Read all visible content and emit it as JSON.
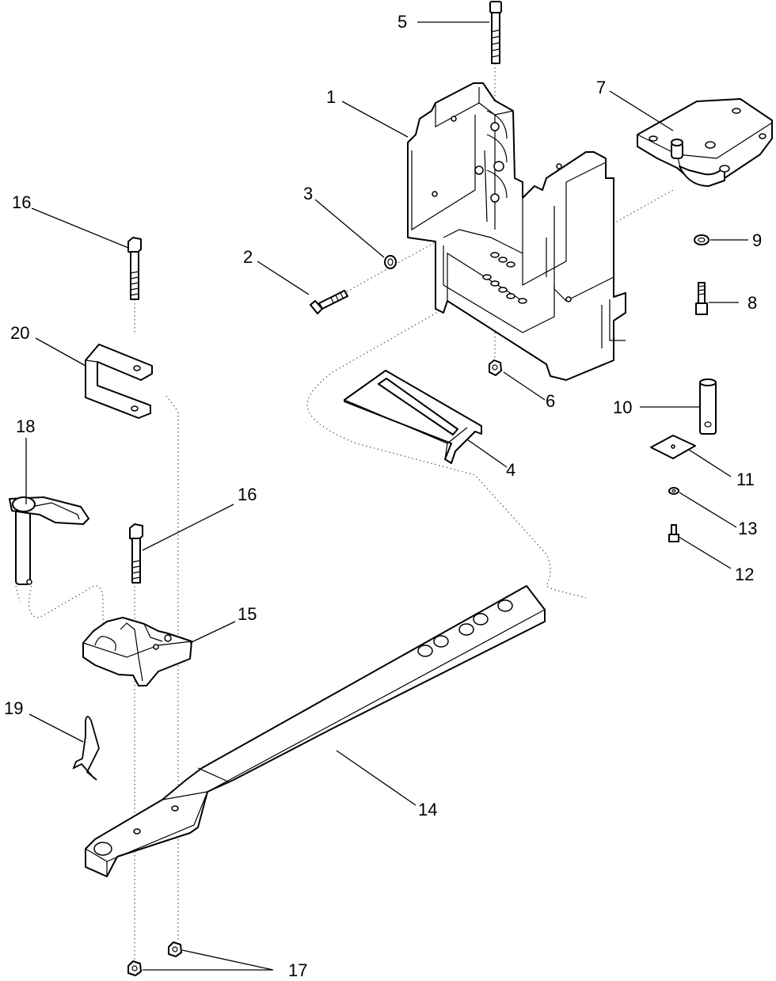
{
  "callouts": [
    {
      "id": "c1",
      "text": "1"
    },
    {
      "id": "c2",
      "text": "2"
    },
    {
      "id": "c3",
      "text": "3"
    },
    {
      "id": "c4",
      "text": "4"
    },
    {
      "id": "c5",
      "text": "5"
    },
    {
      "id": "c6",
      "text": "6"
    },
    {
      "id": "c7",
      "text": "7"
    },
    {
      "id": "c8",
      "text": "8"
    },
    {
      "id": "c9",
      "text": "9"
    },
    {
      "id": "c10",
      "text": "10"
    },
    {
      "id": "c11",
      "text": "11"
    },
    {
      "id": "c12",
      "text": "12"
    },
    {
      "id": "c13",
      "text": "13"
    },
    {
      "id": "c14",
      "text": "14"
    },
    {
      "id": "c15",
      "text": "15"
    },
    {
      "id": "c16a",
      "text": "16"
    },
    {
      "id": "c16b",
      "text": "16"
    },
    {
      "id": "c17",
      "text": "17"
    },
    {
      "id": "c18",
      "text": "18"
    },
    {
      "id": "c19",
      "text": "19"
    },
    {
      "id": "c20",
      "text": "20"
    }
  ]
}
